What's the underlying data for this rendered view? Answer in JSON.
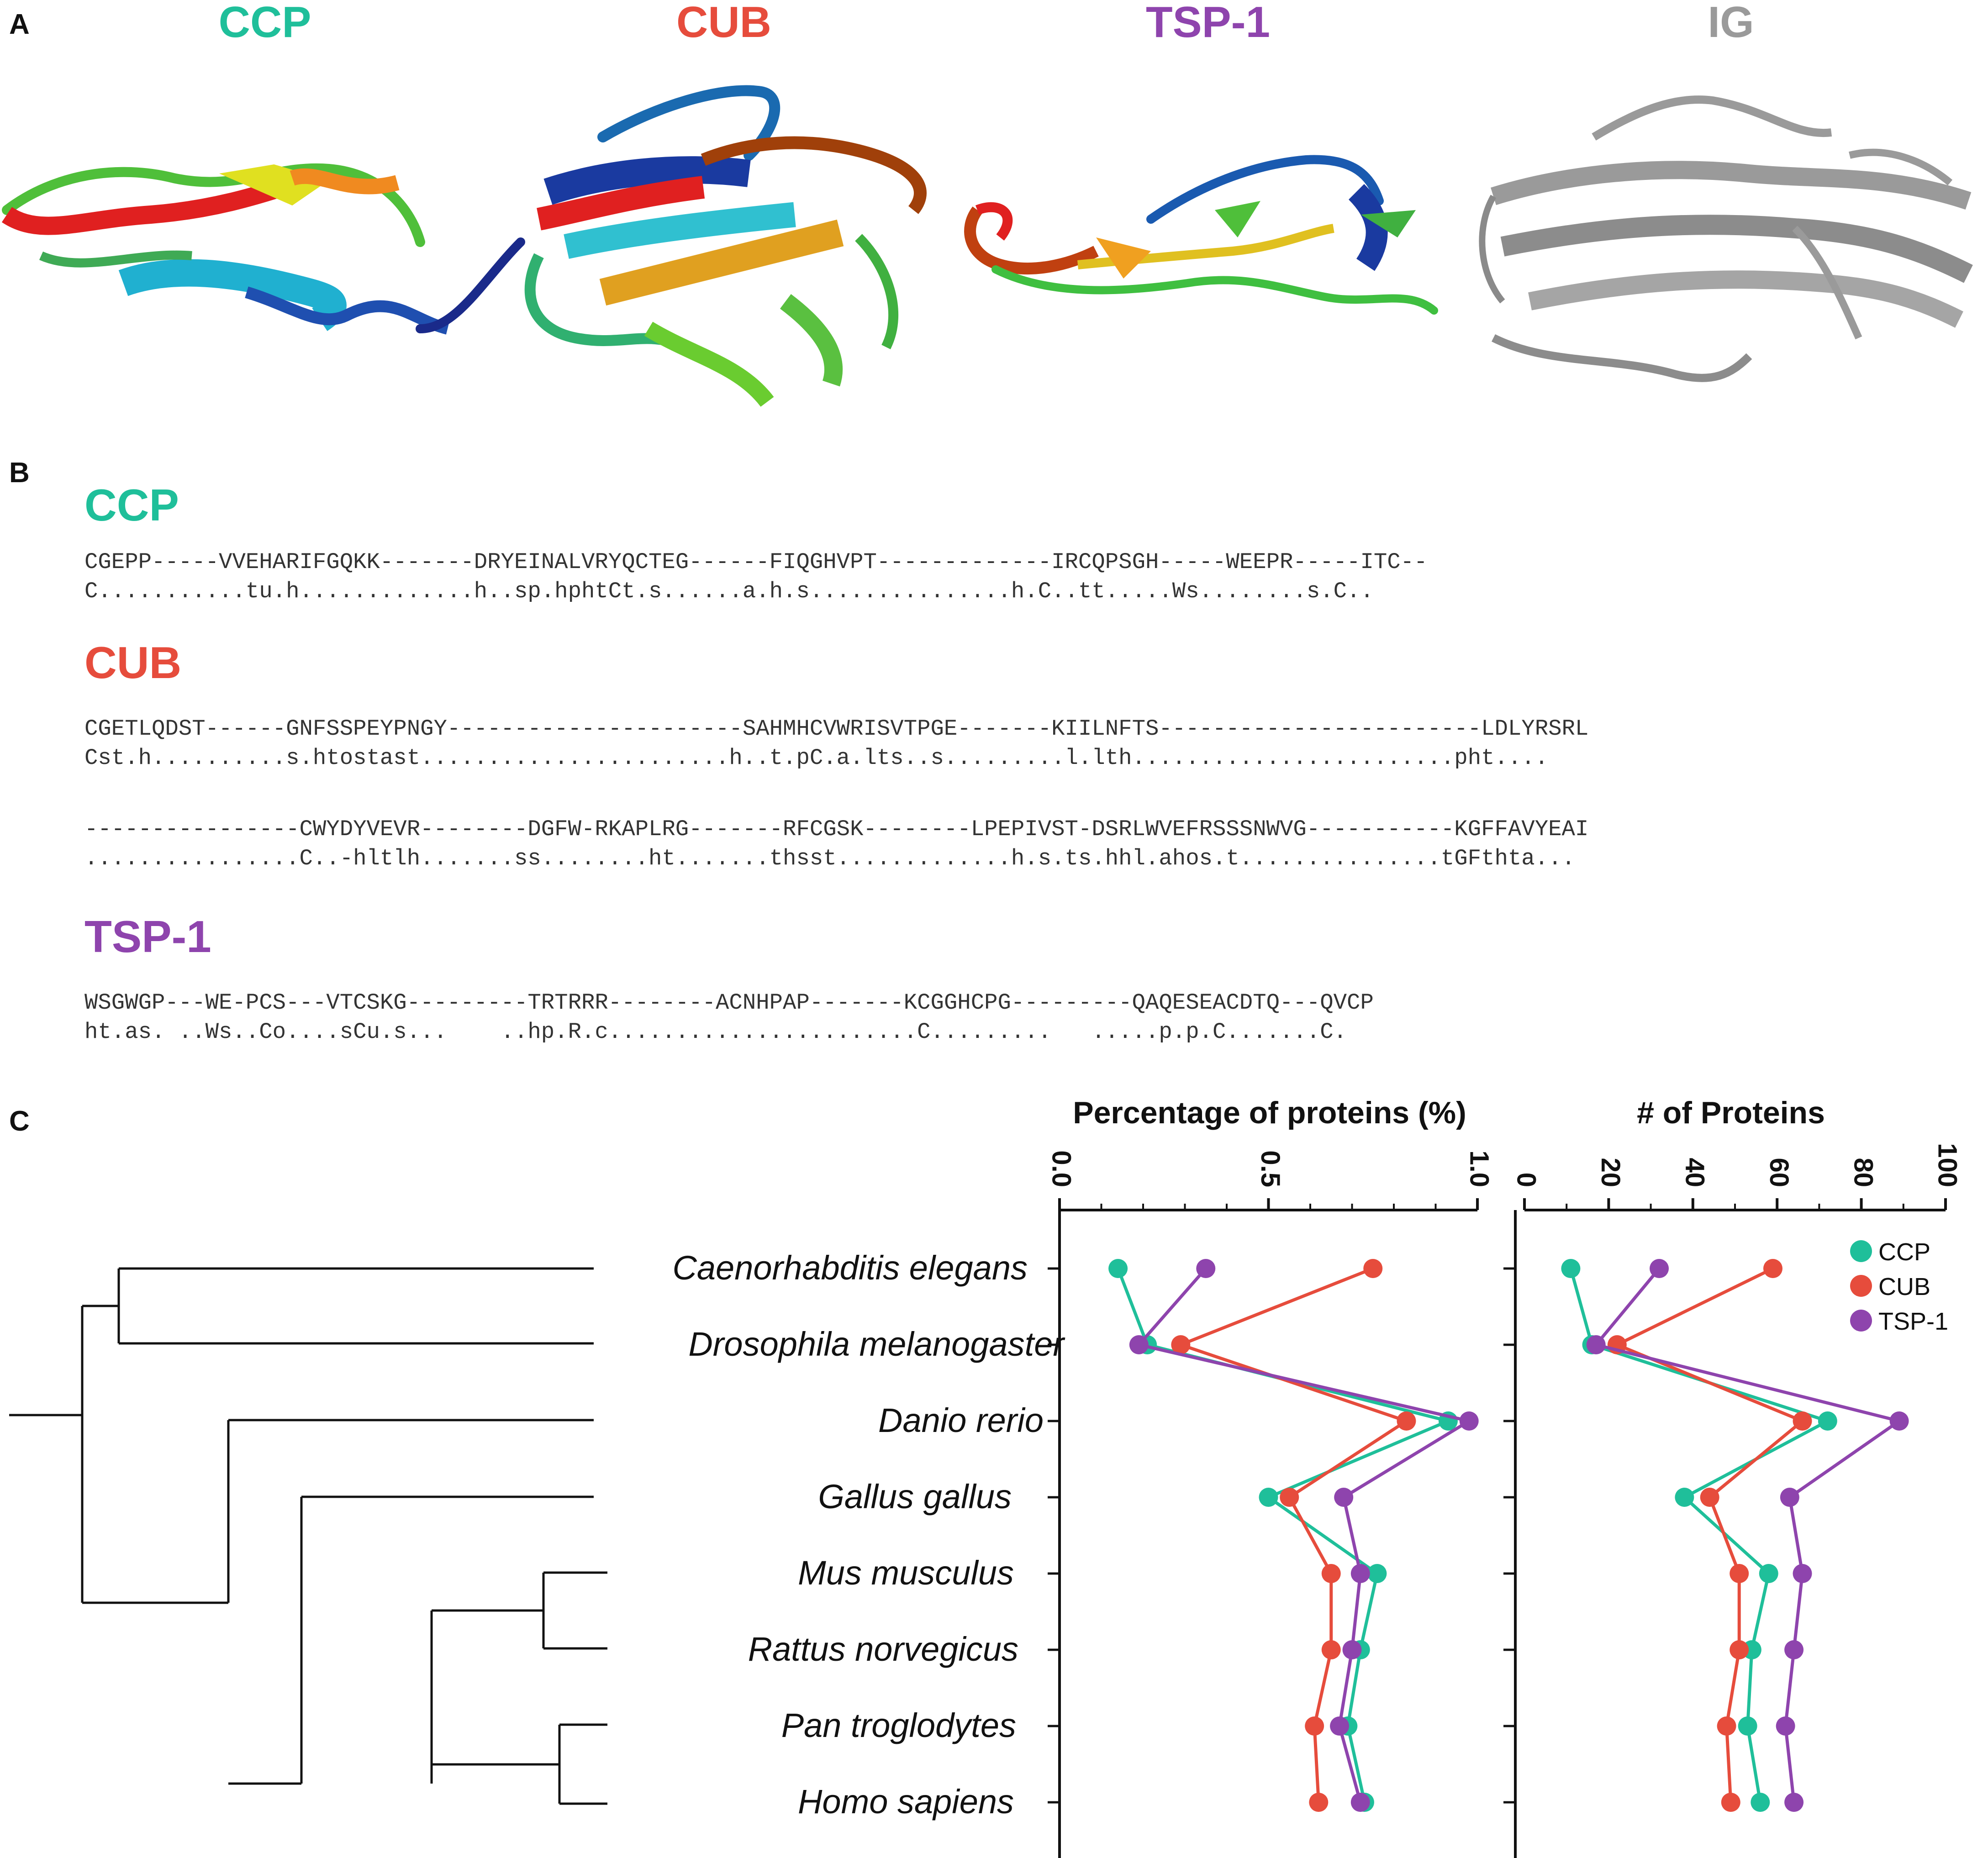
{
  "colors": {
    "ccp": "#1fbf9a",
    "cub": "#e64c3c",
    "tsp": "#8e44ad",
    "ig": "#9a9a9a"
  },
  "panels": {
    "a": "A",
    "b": "B",
    "c": "C"
  },
  "structures": [
    {
      "label": "CCP"
    },
    {
      "label": "CUB"
    },
    {
      "label": "TSP-1"
    },
    {
      "label": "IG"
    }
  ],
  "alignments": {
    "ccp": {
      "title": "CCP",
      "seq": "CGEPP-----VVEHARIFGQKK-------DRYEINALVRYQCTEG------FIQGHVPT-------------IRCQPSGH-----WEEPR-----ITC--",
      "cons": "C...........tu.h.............h..sp.hphtCt.s......a.h.s...............h.C..tt.....Ws........s.C.."
    },
    "cub": {
      "title": "CUB",
      "seq1": "CGETLQDST------GNFSSPEYPNGY----------------------SAHMHCVWRISVTPGE-------KIILNFTS------------------------LDLYRSRL",
      "cons1": "Cst.h..........s.htostast.......................h..t.pC.a.lts..s.........l.lth........................pht....",
      "seq2": "----------------CWYDYVEVR--------DGFW-RKAPLRG-------RFCGSK--------LPEPIVST-DSRLWVEFRSSSNWVG-----------KGFFAVYEAI",
      "cons2": "................C..-hltlh.......ss........ht.......thsst.............h.s.ts.hhl.ahos.t...............tGFthta..."
    },
    "tsp": {
      "title": "TSP-1",
      "seq": "WSGWGP---WE-PCS---VTCSKG---------TRTRRR--------ACNHPAP-------KCGGHCPG---------QAQESEACDTQ---QVCP",
      "cons": "ht.as. ..Ws..Co....sCu.s...    ..hp.R.c.......................C.........   .....p.p.C.......C."
    }
  },
  "chart_data": [
    {
      "type": "line",
      "title": "Percentage of proteins (%)",
      "orientation": "horizontal-values",
      "categories": [
        "Caenorhabditis elegans",
        "Drosophila melanogaster",
        "Danio rerio",
        "Gallus gallus",
        "Mus musculus",
        "Rattus norvegicus",
        "Pan troglodytes",
        "Homo sapiens"
      ],
      "xlim": [
        0,
        1
      ],
      "ticks": [
        "0.0",
        "0.5",
        "1.0"
      ],
      "tick_values": [
        0,
        0.5,
        1
      ],
      "series": [
        {
          "name": "CCP",
          "color": "#1fbf9a",
          "values": [
            0.14,
            0.21,
            0.93,
            0.5,
            0.76,
            0.72,
            0.69,
            0.73
          ]
        },
        {
          "name": "CUB",
          "color": "#e64c3c",
          "values": [
            0.75,
            0.29,
            0.83,
            0.55,
            0.65,
            0.65,
            0.61,
            0.62
          ]
        },
        {
          "name": "TSP-1",
          "color": "#8e44ad",
          "values": [
            0.35,
            0.19,
            0.98,
            0.68,
            0.72,
            0.7,
            0.67,
            0.72
          ]
        }
      ]
    },
    {
      "type": "line",
      "title": "# of Proteins",
      "orientation": "horizontal-values",
      "categories": [
        "Caenorhabditis elegans",
        "Drosophila melanogaster",
        "Danio rerio",
        "Gallus gallus",
        "Mus musculus",
        "Rattus norvegicus",
        "Pan troglodytes",
        "Homo sapiens"
      ],
      "xlim": [
        0,
        100
      ],
      "ticks": [
        "0",
        "20",
        "40",
        "60",
        "80",
        "100"
      ],
      "tick_values": [
        0,
        20,
        40,
        60,
        80,
        100
      ],
      "legend": "top-right",
      "series": [
        {
          "name": "CCP",
          "color": "#1fbf9a",
          "values": [
            11,
            16,
            72,
            38,
            58,
            54,
            53,
            56
          ]
        },
        {
          "name": "CUB",
          "color": "#e64c3c",
          "values": [
            59,
            22,
            66,
            44,
            51,
            51,
            48,
            49
          ]
        },
        {
          "name": "TSP-1",
          "color": "#8e44ad",
          "values": [
            32,
            17,
            89,
            63,
            66,
            64,
            62,
            64
          ]
        }
      ]
    }
  ]
}
